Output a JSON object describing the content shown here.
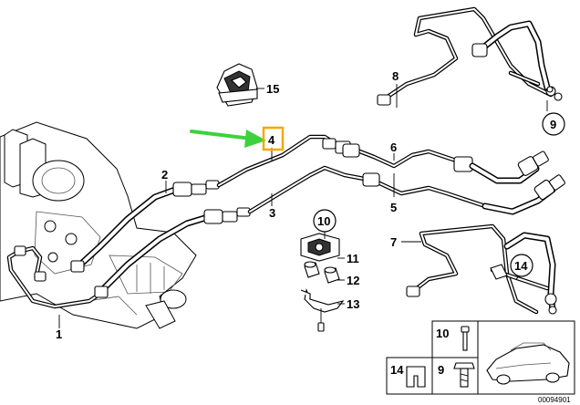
{
  "diagram": {
    "callouts": {
      "c1": "1",
      "c2": "2",
      "c3": "3",
      "c4": "4",
      "c5": "5",
      "c6": "6",
      "c7": "7",
      "c8": "8",
      "c9": "9",
      "c10": "10",
      "c11": "11",
      "c12": "12",
      "c13": "13",
      "c14": "14",
      "c15": "15"
    },
    "legend": {
      "c10": "10",
      "c9": "9",
      "c14": "14"
    },
    "highlight_color": "#f5a800",
    "arrow_color": "#3ed13e",
    "document_number": "00094901"
  }
}
